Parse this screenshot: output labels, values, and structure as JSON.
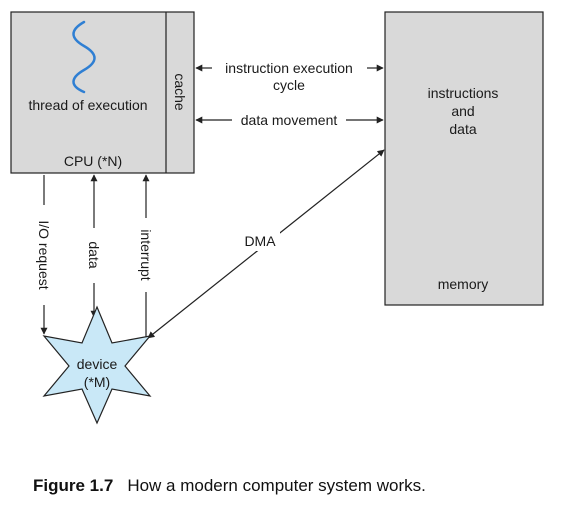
{
  "diagram": {
    "cpu": {
      "thread_label": "thread of execution",
      "cache_label": "cache",
      "cpu_label": "CPU (*N)"
    },
    "memory": {
      "contents_line1": "instructions",
      "contents_line2": "and",
      "contents_line3": "data",
      "label": "memory"
    },
    "links": {
      "instruction_cycle_line1": "instruction execution",
      "instruction_cycle_line2": "cycle",
      "data_movement": "data movement",
      "dma": "DMA",
      "io_request": "I/O request",
      "data": "data",
      "interrupt": "interrupt"
    },
    "device": {
      "line1": "device",
      "line2": "(*M)"
    },
    "colors": {
      "box_fill": "#d9d9d9",
      "device_fill": "#c9e8f7",
      "thread_wave": "#2f7fd3",
      "stroke": "#222222"
    }
  },
  "caption": {
    "number": "Figure 1.7",
    "text": "How a modern computer system works."
  }
}
